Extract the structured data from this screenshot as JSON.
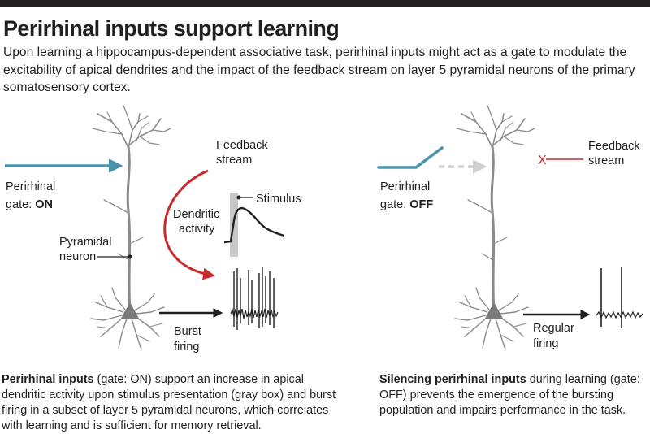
{
  "title": "Perirhinal inputs support learning",
  "subtitle": "Upon learning a hippocampus-dependent associative task, perirhinal inputs might act as a gate to modulate the excitability of apical dendrites and the impact of the feedback stream on layer 5 pyramidal neurons of the primary somatosensory cortex.",
  "colors": {
    "teal": "#4a93ab",
    "red": "#c92a2e",
    "neuron": "#8a8a8a",
    "gray_box": "#c8c8c8",
    "ink": "#231f20"
  },
  "left_panel": {
    "perirhinal_label": "Perirhinal",
    "gate_prefix": "gate: ",
    "gate_state": "ON",
    "feedback_line1": "Feedback",
    "feedback_line2": "stream",
    "stimulus_label": "Stimulus",
    "dendritic_line1": "Dendritic",
    "dendritic_line2": "activity",
    "pyramidal_line1": "Pyramidal",
    "pyramidal_line2": "neuron",
    "output_line1": "Burst",
    "output_line2": "firing"
  },
  "right_panel": {
    "perirhinal_label": "Perirhinal",
    "gate_prefix": "gate: ",
    "gate_state": "OFF",
    "feedback_line1": "Feedback",
    "feedback_line2": "stream",
    "blocked_mark": "X",
    "output_line1": "Regular",
    "output_line2": "firing"
  },
  "captions": {
    "left_bold": "Perirhinal inputs",
    "left_text": " (gate: ON) support an increase in apical dendritic activity upon stimulus presentation (gray box) and burst firing in a subset of layer 5 pyramidal neurons, which correlates with learning and is sufficient for memory retrieval.",
    "right_bold": "Silencing perirhinal inputs",
    "right_text": " during learning (gate: OFF) prevents the emergence of the bursting population and impairs performance in the task."
  }
}
